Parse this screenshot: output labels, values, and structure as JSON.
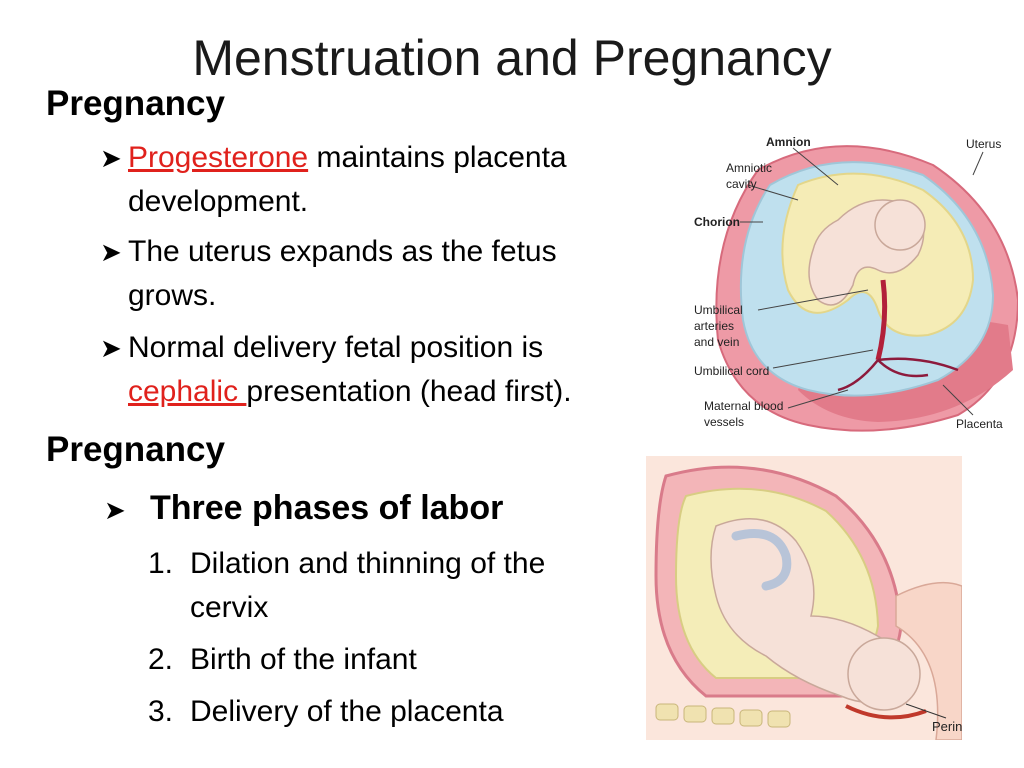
{
  "slide": {
    "title": "Menstruation and Pregnancy",
    "section1": {
      "heading": "Pregnancy",
      "b1_highlight": "Progesterone",
      "b1_rest": " maintains placenta",
      "b1_cont": "development.",
      "b2_line1": "The uterus expands as the fetus",
      "b2_line2": "grows.",
      "b3_line1": "Normal delivery fetal position is",
      "b3_highlight": "cephalic ",
      "b3_rest": "presentation (head first)."
    },
    "section2": {
      "heading": "Pregnancy",
      "subheading": "Three phases of labor",
      "steps": [
        {
          "num": "1.",
          "line1": "Dilation and thinning of the",
          "line2": "cervix"
        },
        {
          "num": "2.",
          "line1": "Birth of the infant"
        },
        {
          "num": "3.",
          "line1": "Delivery of the placenta"
        }
      ]
    }
  },
  "figure1": {
    "labels": {
      "amnion": "Amnion",
      "uterus": "Uterus",
      "amniotic1": "Amniotic",
      "amniotic2": "cavity",
      "chorion": "Chorion",
      "umb1": "Umbilical",
      "umb2": "arteries",
      "umb3": "and vein",
      "cord": "Umbilical cord",
      "mat1": "Maternal blood",
      "mat2": "vessels",
      "placenta": "Placenta"
    }
  },
  "figure2": {
    "labels": {
      "perineum": "Perineum"
    }
  },
  "colors": {
    "accent": "#e0211c",
    "uterine_wall": "#e8a0a8",
    "amniotic": "#bfe0ee",
    "fetus": "#f6e1d8"
  }
}
